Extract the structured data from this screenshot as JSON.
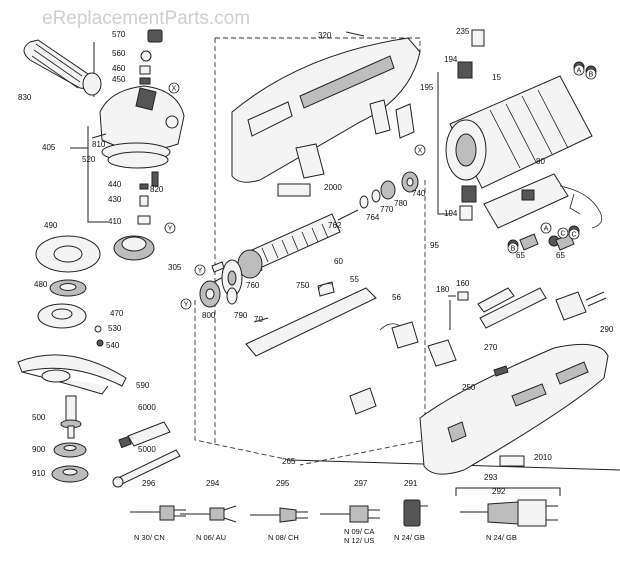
{
  "watermark": "eReplacementParts.com",
  "part_labels": [
    "570",
    "560",
    "460",
    "450",
    "830",
    "405",
    "810",
    "520",
    "820",
    "440",
    "430",
    "410",
    "490",
    "305",
    "480",
    "470",
    "530",
    "540",
    "590",
    "6000",
    "500",
    "900",
    "5000",
    "910",
    "320",
    "235",
    "194",
    "15",
    "195",
    "2000",
    "740",
    "770",
    "780",
    "764",
    "762",
    "95",
    "80",
    "65",
    "65",
    "800",
    "790",
    "760",
    "750",
    "60",
    "55",
    "56",
    "180",
    "160",
    "290",
    "70",
    "270",
    "250",
    "194",
    "2010",
    "265",
    "296",
    "294",
    "295",
    "297",
    "291",
    "293",
    "292"
  ],
  "callout_letters": [
    "X",
    "X",
    "Y",
    "Y",
    "Y",
    "A",
    "B",
    "C",
    "A",
    "B",
    "C"
  ],
  "plug_labels": {
    "p296": "N 30/ CN",
    "p294": "N 06/ AU",
    "p295": "N 08/ CH",
    "p297a": "N 09/ CA",
    "p297b": "N 12/ US",
    "p291": "N 24/ GB",
    "p292": "N 24/ GB"
  }
}
